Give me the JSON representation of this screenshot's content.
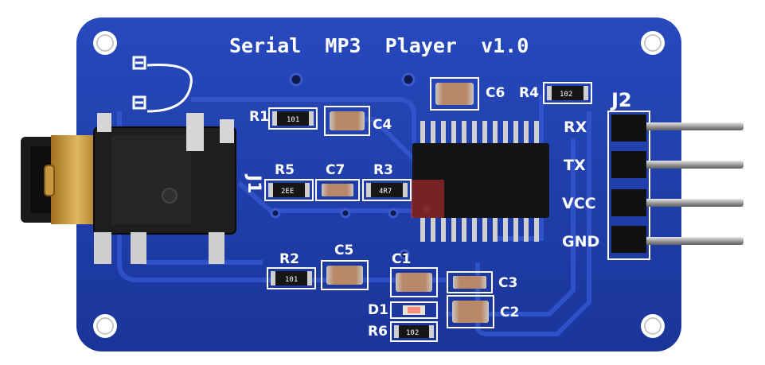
{
  "board": {
    "title": "Serial  MP3  Player  v1.0",
    "header_label": "J2",
    "jack_label": "J1",
    "colors": {
      "pcb": "#1f3fae",
      "silk": "#ffffff",
      "chip": "#141414",
      "gold": "#c9a040",
      "pin": "#b8b8b8"
    }
  },
  "pin_labels": [
    "RX",
    "TX",
    "VCC",
    "GND"
  ],
  "parts": {
    "r1": "R1",
    "r1_code": "101",
    "c4": "C4",
    "r5": "R5",
    "r5_code": "2EE",
    "c7": "C7",
    "r3": "R3",
    "r3_code": "4R7",
    "r2": "R2",
    "r2_code": "101",
    "c5": "C5",
    "c1": "C1",
    "d1": "D1",
    "r6": "R6",
    "r6_code": "102",
    "c3": "C3",
    "c2": "C2",
    "c6": "C6",
    "r4": "R4",
    "r4_code": "102"
  }
}
